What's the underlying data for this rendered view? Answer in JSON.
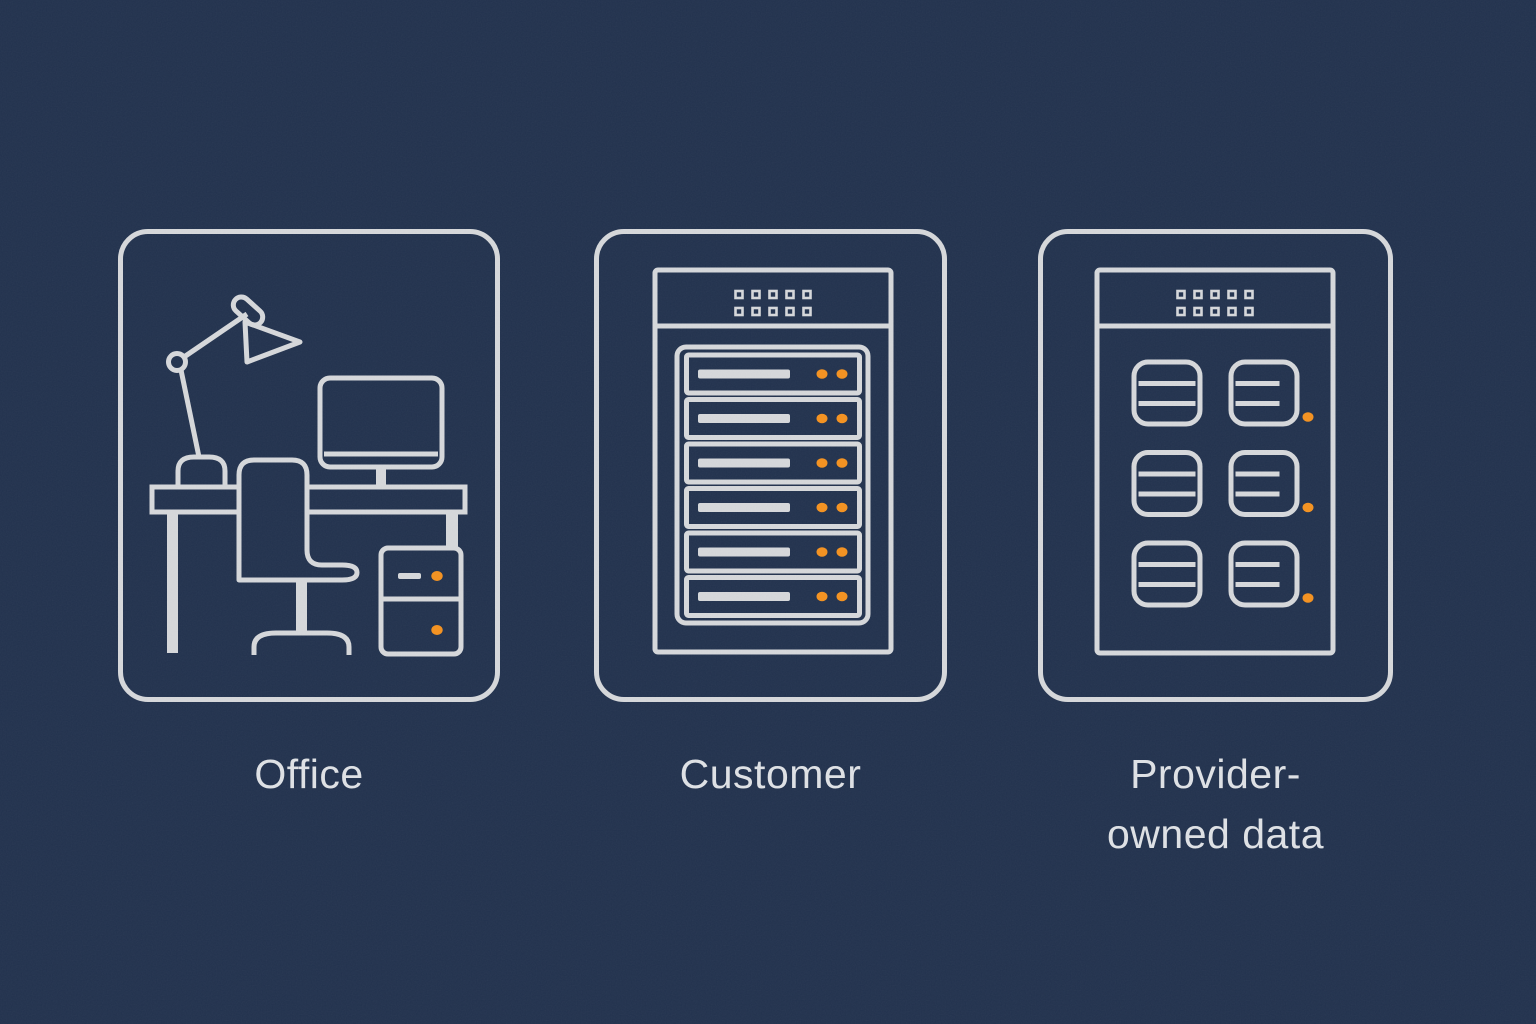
{
  "figure": {
    "colors": {
      "background": "#22324e",
      "line": "#d6d8db",
      "accent_orange": "#f5921f",
      "text": "#dfe2e6"
    },
    "panels": [
      {
        "id": "office",
        "label": "Office",
        "icon": "office-desk-icon",
        "icon_elements": [
          "desk-lamp",
          "computer-monitor",
          "office-chair",
          "desk",
          "drawer-cabinet"
        ],
        "accent_dots": 2
      },
      {
        "id": "customer",
        "label": "Customer",
        "icon": "server-rack-icon",
        "vent_dots": {
          "rows": 2,
          "cols": 5
        },
        "server_slots": 6,
        "leds_per_slot": 2
      },
      {
        "id": "provider",
        "label_line1": "Provider-",
        "label_line2": "owned data",
        "icon": "data-cabinet-icon",
        "vent_dots": {
          "rows": 2,
          "cols": 5
        },
        "storage_grid": {
          "rows": 3,
          "cols": 2
        },
        "accent_dots": 3
      }
    ]
  }
}
